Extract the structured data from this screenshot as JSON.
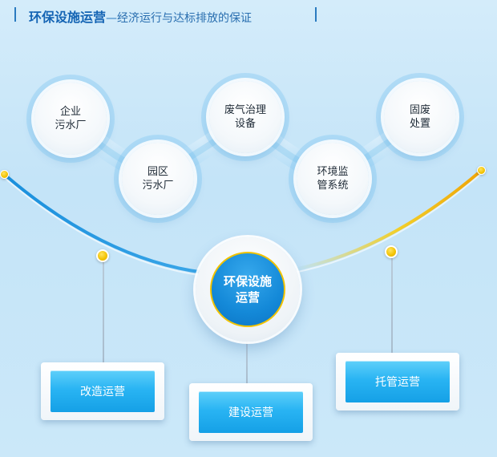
{
  "header": {
    "title": "环保设施运营",
    "separator": "—",
    "subtitle": "经济运行与达标排放的保证"
  },
  "diagram": {
    "center": {
      "label": "环保设施\n运营"
    },
    "bubbles": [
      {
        "id": "enterprise",
        "label": "企业\n污水厂"
      },
      {
        "id": "park",
        "label": "园区\n污水厂"
      },
      {
        "id": "exhaust",
        "label": "废气治理\n设备"
      },
      {
        "id": "monitor",
        "label": "环境监\n管系统"
      },
      {
        "id": "solid",
        "label": "固废\n处置"
      }
    ],
    "cards": [
      {
        "id": "renovation",
        "label": "改造运营"
      },
      {
        "id": "construction",
        "label": "建设运营"
      },
      {
        "id": "trust",
        "label": "托管运营"
      }
    ]
  },
  "colors": {
    "arc_left": "#1a8fdc",
    "arc_right": "#f2b800",
    "accent_yellow": "#f2c300",
    "center_blue": "#1489d8",
    "card_blue": "#29b4f3"
  }
}
